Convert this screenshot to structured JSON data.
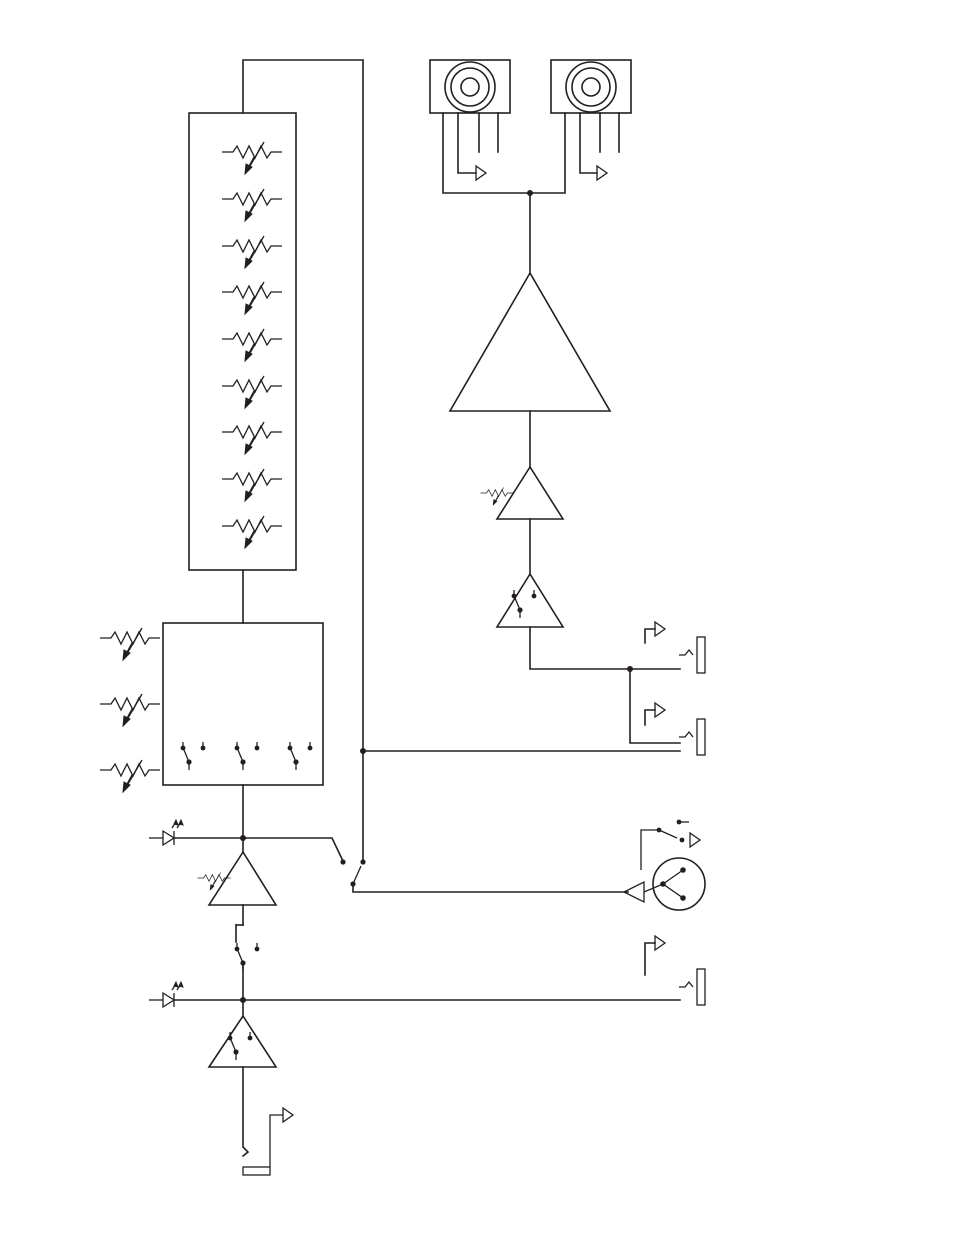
{
  "diagram": {
    "type": "audio-signal-flow-block-diagram",
    "colors": {
      "line": "#231f20",
      "background": "#ffffff"
    },
    "components": {
      "graphic_eq": {
        "sliders": 9
      },
      "processor_block": {
        "knobs": 3,
        "switches": 3
      },
      "power_amplifier": {
        "type": "triangle-amplifier"
      },
      "speakers": {
        "count": 2
      },
      "jacks": {
        "count": 4
      },
      "xlr_input": {
        "pins": 3
      },
      "leds": {
        "count": 2
      }
    }
  }
}
